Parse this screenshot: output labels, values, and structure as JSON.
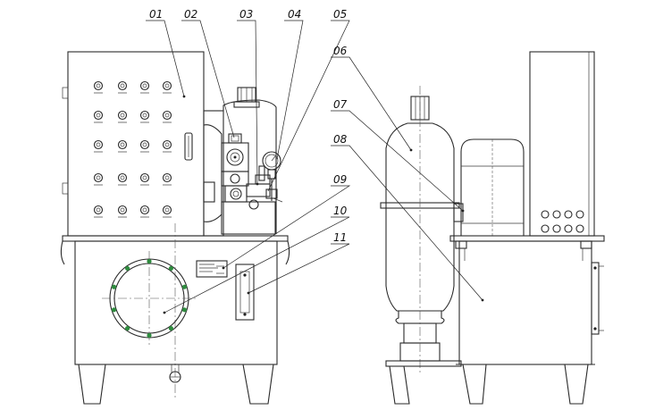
{
  "callouts": [
    {
      "id": "01",
      "label": "01"
    },
    {
      "id": "02",
      "label": "02"
    },
    {
      "id": "03",
      "label": "03"
    },
    {
      "id": "04",
      "label": "04"
    },
    {
      "id": "05",
      "label": "05"
    },
    {
      "id": "06",
      "label": "06"
    },
    {
      "id": "07",
      "label": "07"
    },
    {
      "id": "08",
      "label": "08"
    },
    {
      "id": "09",
      "label": "09"
    },
    {
      "id": "10",
      "label": "10"
    },
    {
      "id": "11",
      "label": "11"
    }
  ],
  "colors": {
    "line": "#2a2a2a",
    "flange_bolt": "#2e8b3e",
    "background": "#ffffff"
  }
}
